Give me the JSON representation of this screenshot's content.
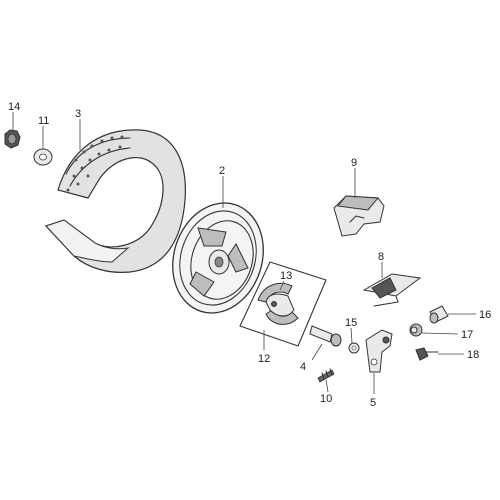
{
  "diagram": {
    "callouts": [
      {
        "id": "c14",
        "label": "14"
      },
      {
        "id": "c11",
        "label": "11"
      },
      {
        "id": "c3",
        "label": "3"
      },
      {
        "id": "c2",
        "label": "2"
      },
      {
        "id": "c9",
        "label": "9"
      },
      {
        "id": "c8",
        "label": "8"
      },
      {
        "id": "c13",
        "label": "13"
      },
      {
        "id": "c12",
        "label": "12"
      },
      {
        "id": "c15",
        "label": "15"
      },
      {
        "id": "c4",
        "label": "4"
      },
      {
        "id": "c10",
        "label": "10"
      },
      {
        "id": "c5",
        "label": "5"
      },
      {
        "id": "c16",
        "label": "16"
      },
      {
        "id": "c17",
        "label": "17"
      },
      {
        "id": "c18",
        "label": "18"
      }
    ]
  }
}
